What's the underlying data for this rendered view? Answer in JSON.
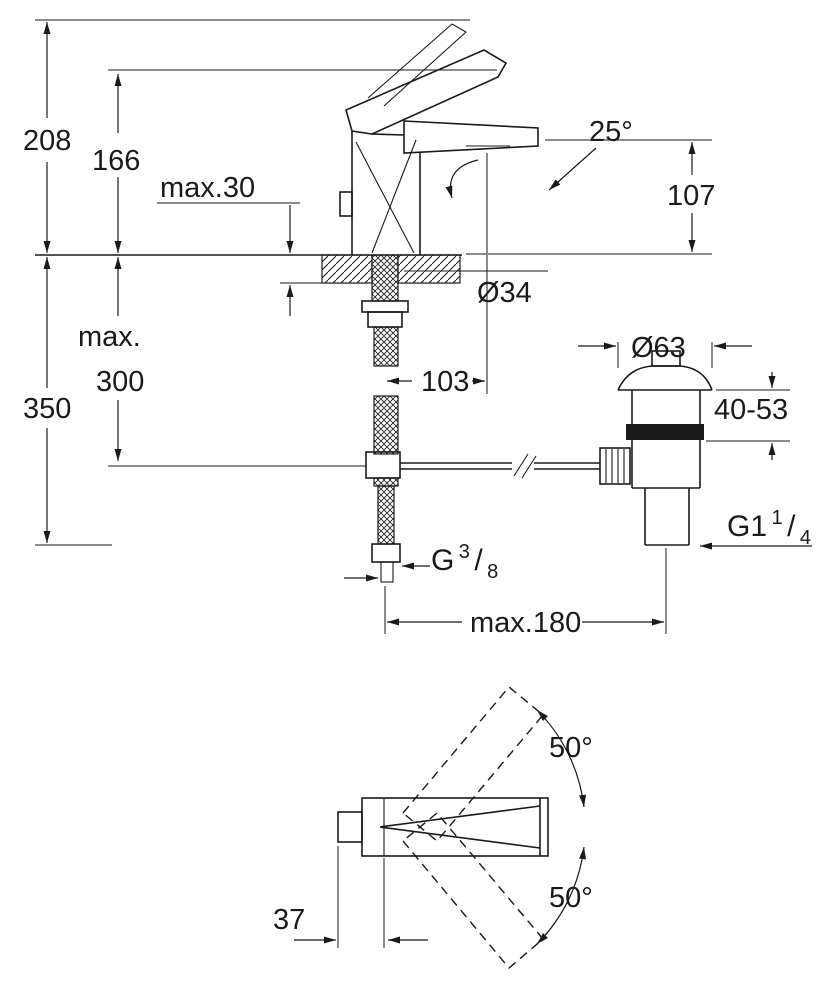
{
  "colors": {
    "ink": "#1a1a1a",
    "paper": "#ffffff"
  },
  "front_view": {
    "dims": {
      "total_height": "208",
      "body_height": "166",
      "deck_thickness": "max.30",
      "spout_angle": "25°",
      "outlet_height": "107",
      "hole_diameter": "Ø34",
      "max_prefix": "max.",
      "clearance_depth": "350",
      "hose_depth": "300",
      "outlet_projection": "103",
      "flange_diameter": "Ø63",
      "clamping_range": "40-53",
      "rod_span": "max.180"
    },
    "threads": {
      "drain": {
        "prefix": "G1",
        "numerator": "1",
        "slash": "/",
        "denominator": "4"
      },
      "supply": {
        "prefix": "G",
        "numerator": "3",
        "slash": "/",
        "denominator": "8"
      }
    }
  },
  "plan_view": {
    "dims": {
      "swivel_up": "50°",
      "swivel_down": "50°",
      "spout_offset": "37"
    }
  }
}
